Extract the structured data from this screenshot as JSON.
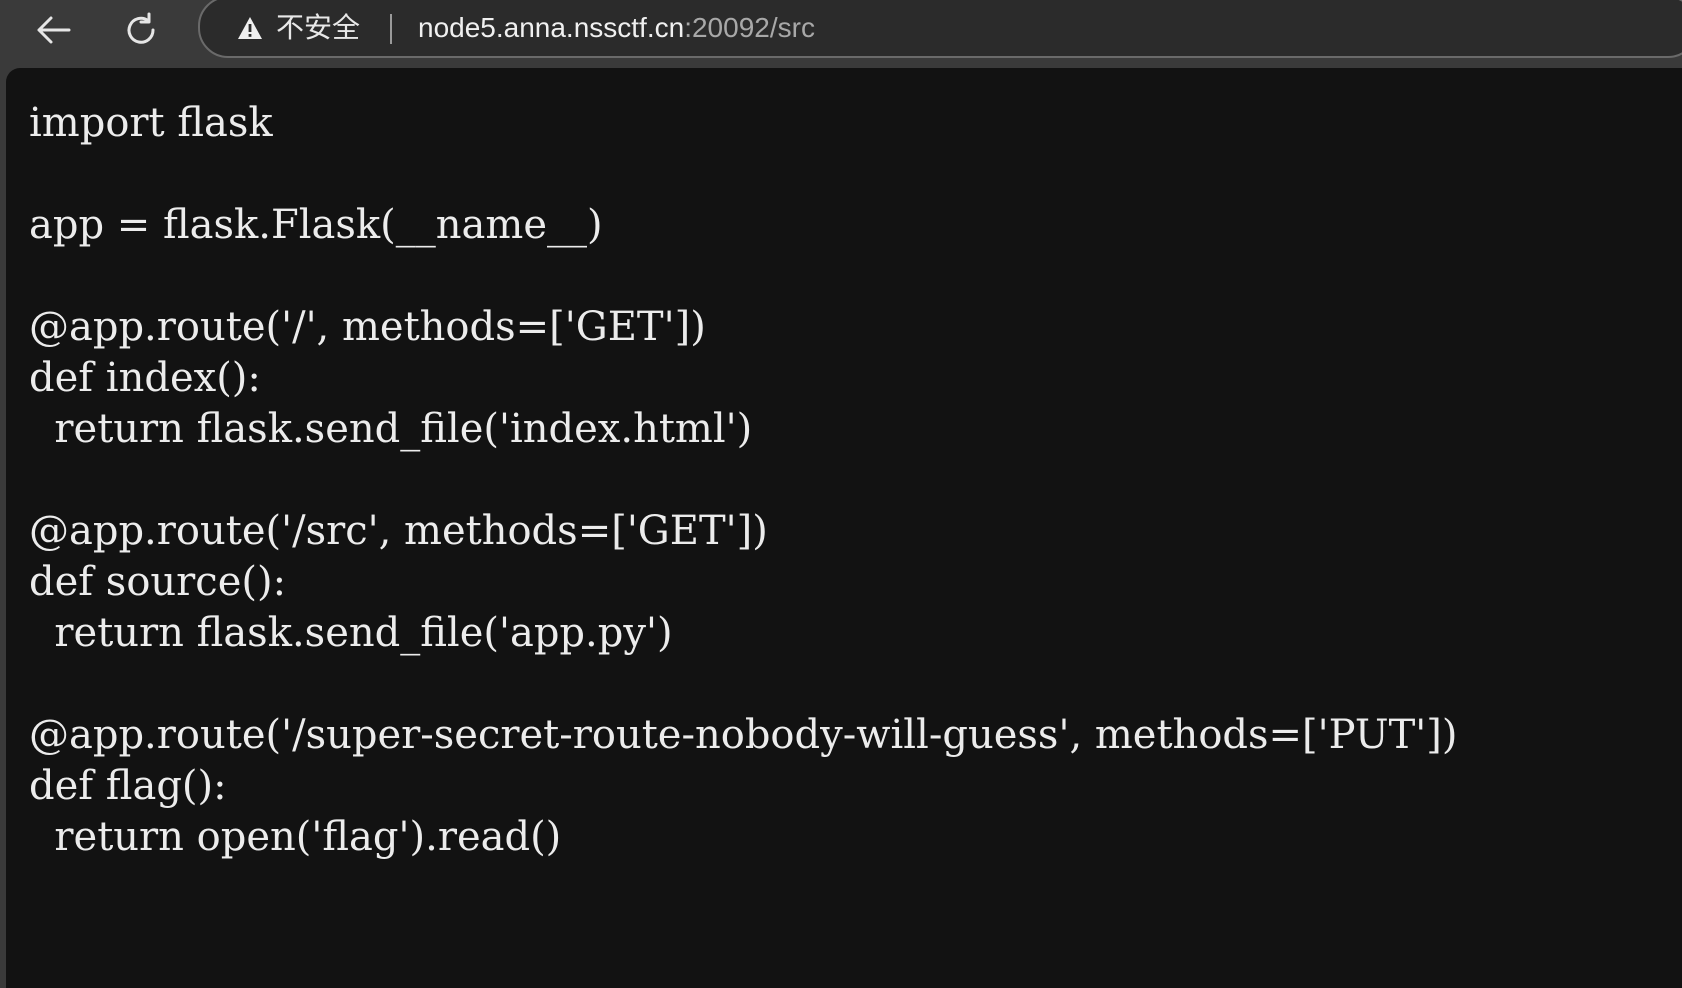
{
  "browser": {
    "security_label": "不安全",
    "url_host": "node5.anna.nssctf.cn",
    "url_rest": ":20092/src",
    "icons": {
      "back": "arrow-left-icon",
      "reload": "reload-icon",
      "security": "warning-triangle-icon"
    }
  },
  "page": {
    "code_lines": [
      "import flask",
      "",
      "app = flask.Flask(__name__)",
      "",
      "@app.route('/', methods=['GET'])",
      "def index():",
      "  return flask.send_file('index.html')",
      "",
      "@app.route('/src', methods=['GET'])",
      "def source():",
      "  return flask.send_file('app.py')",
      "",
      "@app.route('/super-secret-route-nobody-will-guess', methods=['PUT'])",
      "def flag():",
      "  return open('flag').read()"
    ]
  },
  "colors": {
    "toolbar": "#3a3a3a",
    "page_background": "#121212",
    "code_text": "#ececec"
  }
}
